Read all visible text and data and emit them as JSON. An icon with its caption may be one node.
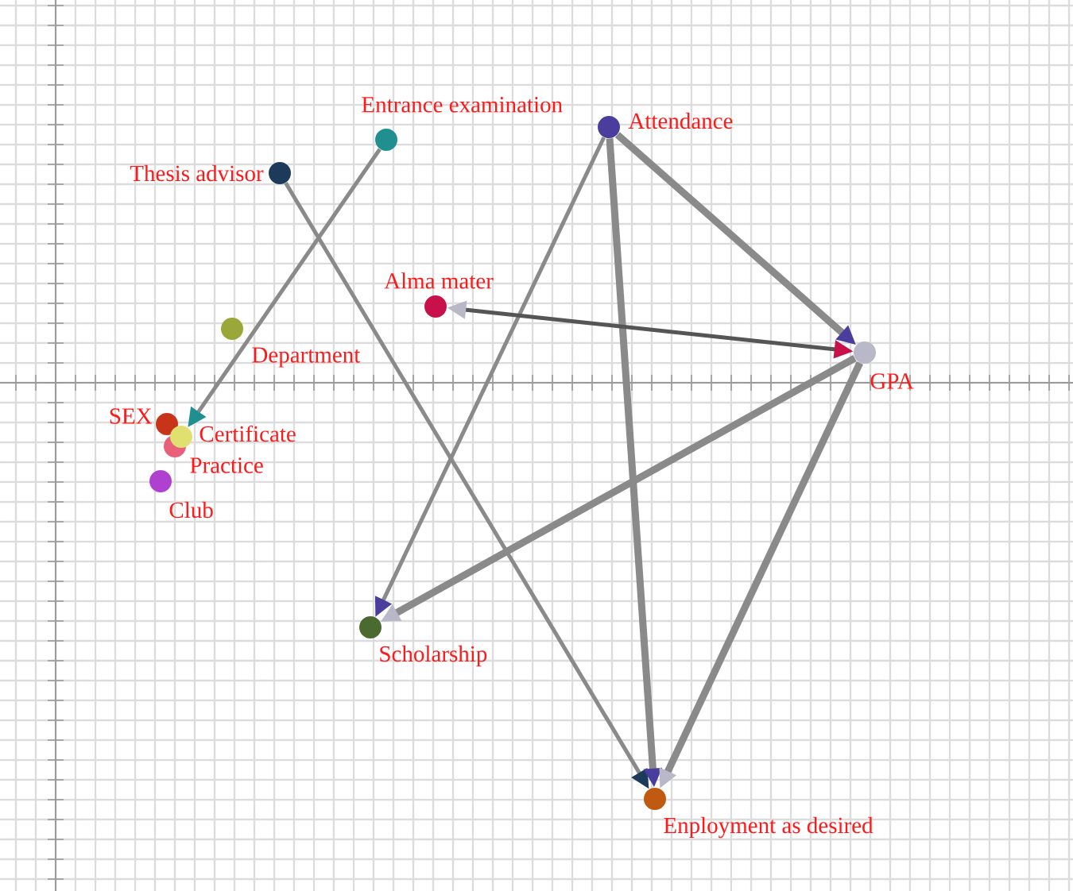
{
  "diagram": {
    "nodes": [
      {
        "text": [
          "Entrance examination"
        ]
      },
      {
        "text": [
          "Thesis advisor"
        ]
      },
      {
        "text": [
          "Attendance"
        ]
      },
      {
        "text": [
          "Department"
        ]
      },
      {
        "text": [
          "Alma mater"
        ]
      },
      {
        "text": [
          "GPA"
        ]
      },
      {
        "text": [
          "SEX"
        ]
      },
      {
        "text": [
          "Practice"
        ]
      },
      {
        "text": [
          "Certificate"
        ]
      },
      {
        "text": [
          "Club"
        ]
      },
      {
        "text": [
          "Scholarship"
        ]
      },
      {
        "text": [
          "Enployment as desired"
        ]
      }
    ],
    "edges": [
      {
        "from": 0,
        "to": 8,
        "arrow": "to"
      },
      {
        "from": 1,
        "to": 11,
        "arrow": "to"
      },
      {
        "from": 2,
        "to": 5,
        "arrow": "to",
        "style": "thick"
      },
      {
        "from": 2,
        "to": 10,
        "arrow": "to"
      },
      {
        "from": 2,
        "to": 11,
        "arrow": "to",
        "style": "thick"
      },
      {
        "from": 4,
        "to": 5,
        "arrow": "both",
        "color": "#555555"
      },
      {
        "from": 5,
        "to": 10,
        "arrow": "to",
        "style": "thick"
      },
      {
        "from": 5,
        "to": 11,
        "arrow": "to",
        "style": "thick"
      }
    ]
  }
}
